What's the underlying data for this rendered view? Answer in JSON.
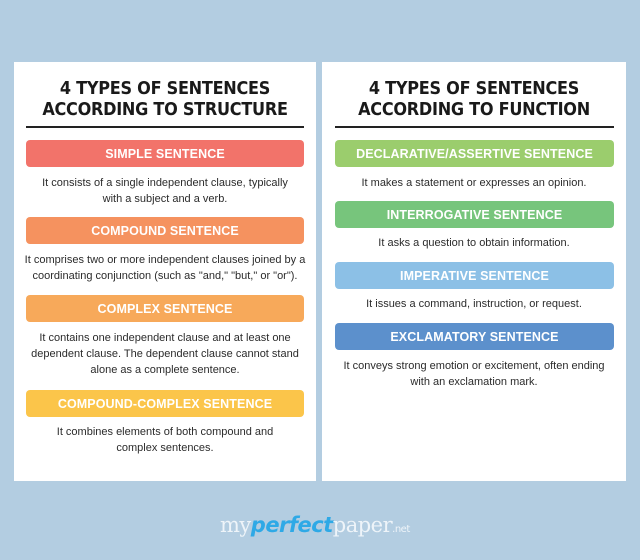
{
  "left_panel": {
    "title_line1": "4 TYPES OF SENTENCES",
    "title_line2": "ACCORDING TO STRUCTURE",
    "items": [
      {
        "label": "SIMPLE SENTENCE",
        "color": "#f2736a",
        "desc_line1": "It consists of a single independent clause, typically",
        "desc_line2": "with a subject and a verb."
      },
      {
        "label": "COMPOUND SENTENCE",
        "color": "#f5925f",
        "desc_line1": "It comprises two or more independent clauses joined by a",
        "desc_line2": "coordinating conjunction (such as \"and,\" \"but,\" or \"or\")."
      },
      {
        "label": "COMPLEX SENTENCE",
        "color": "#f7a95a",
        "desc_line1": "It contains one independent clause and at least one",
        "desc_line2": "dependent clause. The dependent clause cannot stand",
        "desc_line3": "alone as a complete sentence."
      },
      {
        "label": "COMPOUND-COMPLEX SENTENCE",
        "color": "#fbc54a",
        "desc_line1": "It combines elements of both compound and",
        "desc_line2": "complex sentences."
      }
    ]
  },
  "right_panel": {
    "title_line1": "4 TYPES OF SENTENCES",
    "title_line2": "ACCORDING TO FUNCTION",
    "items": [
      {
        "label": "DECLARATIVE/ASSERTIVE SENTENCE",
        "color": "#9bcd6d",
        "desc_line1": "It makes a statement or expresses an opinion."
      },
      {
        "label": "INTERROGATIVE SENTENCE",
        "color": "#77c57c",
        "desc_line1": "It asks a question to obtain information."
      },
      {
        "label": "IMPERATIVE SENTENCE",
        "color": "#8cc0e6",
        "desc_line1": "It issues a command, instruction, or request."
      },
      {
        "label": "EXCLAMATORY SENTENCE",
        "color": "#5c90cc",
        "desc_line1": "It conveys strong emotion or excitement, often ending",
        "desc_line2": "with an exclamation mark."
      }
    ]
  },
  "logo": {
    "part1": "my",
    "part2": "perfect",
    "part3": "paper",
    "part4": ".net"
  },
  "colors": {
    "background": "#b3cde1",
    "panel": "#ffffff",
    "logo_accent": "#2ea9e6"
  }
}
